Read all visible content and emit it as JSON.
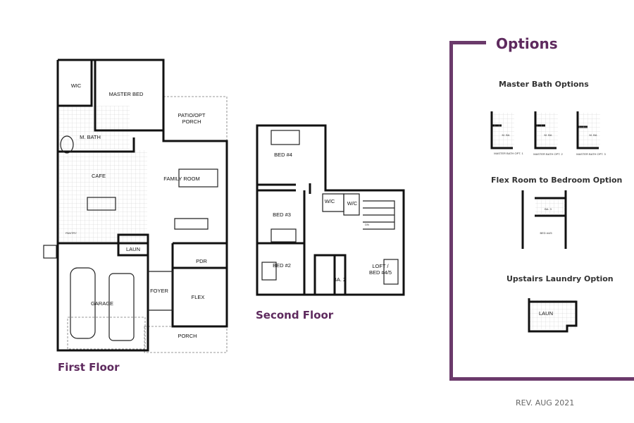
{
  "first_floor": {
    "title": "First Floor",
    "rooms": {
      "wic": "WIC",
      "master_bed": "MASTER BED",
      "patio": "PATIO/OPT",
      "patio2": "PORCH",
      "m_bath": "M. BATH",
      "cafe": "CAFE",
      "family_room": "FAMILY ROOM",
      "pantry": "PANTRY",
      "laun": "LAUN",
      "pdr": "PDR",
      "foyer": "FOYER",
      "flex": "FLEX",
      "garage": "GARAGE",
      "porch": "PORCH"
    }
  },
  "second_floor": {
    "title": "Second Floor",
    "rooms": {
      "bed4": "BED #4",
      "bed3": "BED #3",
      "bed2": "BED #2",
      "wic1": "W/C",
      "wic2": "W/C",
      "ba2": "BA. 2",
      "loft": "LOFT /",
      "loft2": "BED #4/5",
      "dn": "DN"
    }
  },
  "options": {
    "title": "Options",
    "master_bath": {
      "heading": "Master Bath Options",
      "items": [
        "MASTER BATH OPT. 1",
        "MASTER BATH OPT. 2",
        "MASTER BATH OPT. 3"
      ],
      "room_label": "M. BA"
    },
    "flex_bedroom": {
      "heading": "Flex Room to Bedroom Option",
      "ba": "BA. 3",
      "bed": "BED #4/5"
    },
    "laundry": {
      "heading": "Upstairs Laundry Option",
      "laun": "LAUN"
    },
    "accent_color": "#6b3a6b"
  },
  "revision": "REV. AUG 2021"
}
